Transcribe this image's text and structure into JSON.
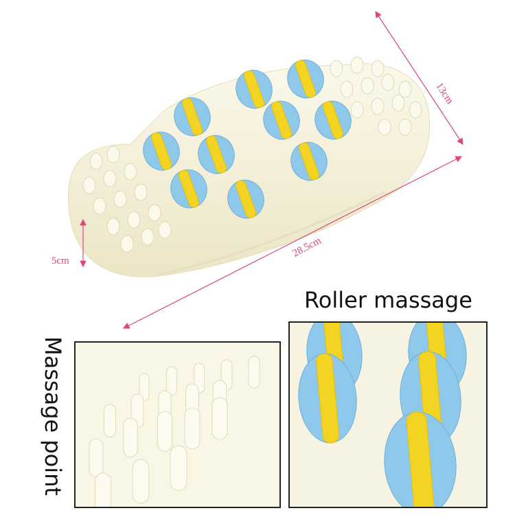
{
  "dimensions": {
    "width": "13cm",
    "length": "28.5cm",
    "height": "5cm"
  },
  "labels": {
    "roller": "Roller massage",
    "point": "Massage point"
  },
  "colors": {
    "body": "#f6f1dc",
    "roller_blue": "#8ec8ea",
    "roller_yellow": "#f4d422",
    "dimension": "#e0457a"
  }
}
